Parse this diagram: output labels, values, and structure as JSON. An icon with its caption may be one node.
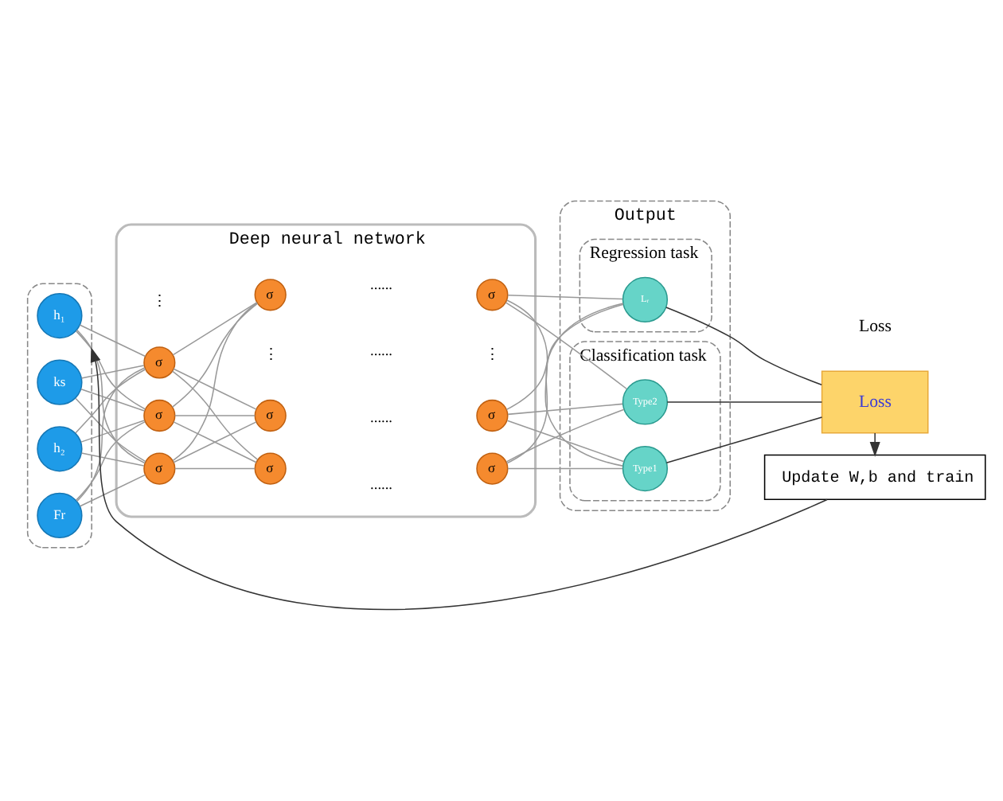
{
  "diagram": {
    "nodes": [
      {
        "text": [],
        "shape": "box"
      },
      {
        "text": [
          "Fr"
        ],
        "in": 0
      },
      {
        "text": [
          "h₂"
        ],
        "in": 0
      },
      {
        "text": [
          "ks"
        ],
        "in": 0
      },
      {
        "text": [
          "h₁"
        ],
        "in": 0
      },
      {
        "text": [
          "Deep neural network"
        ]
      },
      {
        "text": [
          "σ"
        ],
        "in": 5
      },
      {
        "text": [
          "σ"
        ],
        "in": 5
      },
      {
        "text": [
          "σ"
        ],
        "in": 5
      },
      {
        "text": [
          "σ"
        ],
        "in": 5
      },
      {
        "text": [
          "σ"
        ],
        "in": 5
      },
      {
        "text": [
          "σ"
        ],
        "in": 5
      },
      {
        "text": [
          "σ"
        ],
        "in": 5
      },
      {
        "text": [
          "σ"
        ],
        "in": 5
      },
      {
        "text": [
          "σ"
        ],
        "in": 5
      },
      {
        "text": [
          "Output"
        ]
      },
      {
        "text": [
          "Regression task"
        ],
        "in": 15
      },
      {
        "text": [
          "Lᵣ"
        ],
        "in": 16
      },
      {
        "text": [
          "Classification task"
        ],
        "in": 15
      },
      {
        "text": [
          "Type1"
        ],
        "in": 18
      },
      {
        "text": [
          "Type2"
        ],
        "in": 18
      },
      {
        "text": [
          "Loss"
        ]
      },
      {
        "text": [
          "Update W,b and train"
        ]
      }
    ],
    "edges": [
      {
        "from": 1,
        "to": 6,
        "arrow": "none"
      },
      {
        "from": 1,
        "to": 7,
        "arrow": "none"
      },
      {
        "from": 1,
        "to": 8,
        "arrow": "none"
      },
      {
        "from": 2,
        "to": 6,
        "arrow": "none"
      },
      {
        "from": 2,
        "to": 7,
        "arrow": "none"
      },
      {
        "from": 2,
        "to": 8,
        "arrow": "none"
      },
      {
        "from": 3,
        "to": 6,
        "arrow": "none"
      },
      {
        "from": 3,
        "to": 7,
        "arrow": "none"
      },
      {
        "from": 3,
        "to": 8,
        "arrow": "none"
      },
      {
        "from": 4,
        "to": 6,
        "arrow": "none"
      },
      {
        "from": 4,
        "to": 7,
        "arrow": "none"
      },
      {
        "from": 4,
        "to": 8,
        "arrow": "none"
      },
      {
        "from": 6,
        "to": 9,
        "arrow": "none"
      },
      {
        "from": 6,
        "to": 10,
        "arrow": "none"
      },
      {
        "from": 6,
        "to": 11,
        "arrow": "none"
      },
      {
        "from": 7,
        "to": 9,
        "arrow": "none"
      },
      {
        "from": 7,
        "to": 10,
        "arrow": "none"
      },
      {
        "from": 7,
        "to": 11,
        "arrow": "none"
      },
      {
        "from": 8,
        "to": 9,
        "arrow": "none"
      },
      {
        "from": 8,
        "to": 10,
        "arrow": "none"
      },
      {
        "from": 8,
        "to": 11,
        "arrow": "none"
      },
      {
        "from": 12,
        "to": 17,
        "arrow": "none"
      },
      {
        "from": 12,
        "to": 19,
        "arrow": "none"
      },
      {
        "from": 12,
        "to": 20,
        "arrow": "none"
      },
      {
        "from": 13,
        "to": 17,
        "arrow": "none"
      },
      {
        "from": 13,
        "to": 19,
        "arrow": "none"
      },
      {
        "from": 13,
        "to": 20,
        "arrow": "none"
      },
      {
        "from": 14,
        "to": 17,
        "arrow": "none"
      },
      {
        "from": 14,
        "to": 19,
        "arrow": "none"
      },
      {
        "from": 14,
        "to": 20,
        "arrow": "none"
      },
      {
        "from": 17,
        "to": 21,
        "arrow": "none",
        "color": "#333333"
      },
      {
        "from": 19,
        "to": 21,
        "arrow": "none",
        "color": "#333333"
      },
      {
        "from": 20,
        "to": 21,
        "arrow": "none",
        "color": "#333333"
      },
      {
        "from": 21,
        "to": 22,
        "arrow": "to",
        "color": "#333333"
      },
      {
        "from": 22,
        "to": 0,
        "arrow": "to",
        "color": "#333333"
      }
    ],
    "labels": [
      "Loss",
      "......",
      "......",
      "⋮",
      "⋮",
      "......",
      "⋮",
      "......"
    ]
  }
}
